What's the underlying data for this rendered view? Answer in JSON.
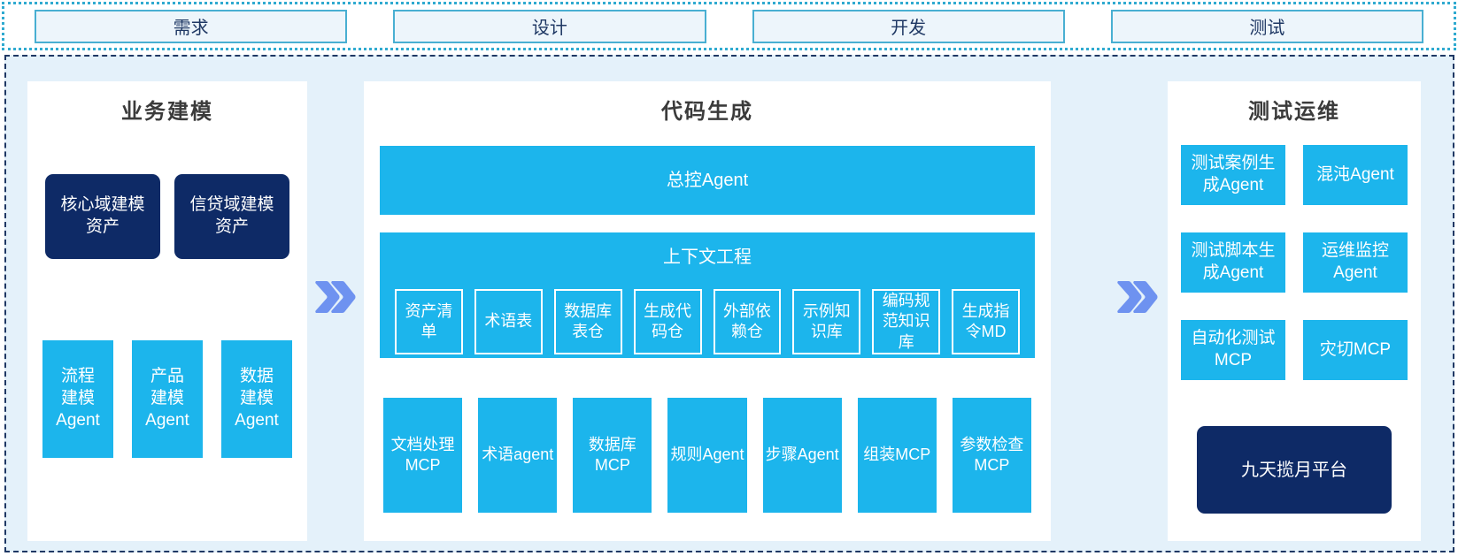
{
  "colors": {
    "cyan": "#1CB5EC",
    "navy": "#0E2A66",
    "area_bg": "#E4F1FA",
    "panel_bg": "#FFFFFF",
    "phase_bg": "#EDF5FB",
    "phase_border": "#49AFD2",
    "phase_text": "#1F3864",
    "dotted_border": "#2FAAD0",
    "dashed_border": "#1F3864",
    "arrow": "#6E92F0",
    "title_text": "#3B3B3B"
  },
  "phases": [
    "需求",
    "设计",
    "开发",
    "测试"
  ],
  "business_modeling": {
    "title": "业务建模",
    "assets": [
      "核心域建模\n资产",
      "信贷域建模\n资产"
    ],
    "agents": [
      "流程\n建模\nAgent",
      "产品\n建模\nAgent",
      "数据\n建模\nAgent"
    ]
  },
  "code_generation": {
    "title": "代码生成",
    "master_agent": "总控Agent",
    "context_engineering": {
      "title": "上下文工程",
      "items": [
        "资产清\n单",
        "术语表",
        "数据库\n表仓",
        "生成代\n码仓",
        "外部依\n赖仓",
        "示例知\n识库",
        "编码规\n范知识\n库",
        "生成指\n令MD"
      ]
    },
    "tools": [
      "文档处理\nMCP",
      "术语agent",
      "数据库\nMCP",
      "规则Agent",
      "步骤Agent",
      "组装MCP",
      "参数检查\nMCP"
    ]
  },
  "test_ops": {
    "title": "测试运维",
    "agents": [
      "测试案例生\n成Agent",
      "混沌Agent",
      "测试脚本生\n成Agent",
      "运维监控\nAgent",
      "自动化测试\nMCP",
      "灾切MCP"
    ],
    "platform": "九天揽月平台"
  }
}
